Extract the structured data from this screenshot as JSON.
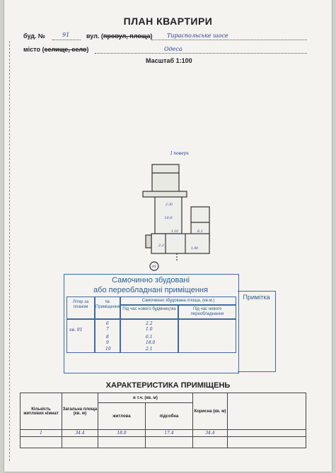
{
  "header": {
    "title": "ПЛАН КВАРТИРИ",
    "bud_label": "буд. №",
    "bud_value": "91",
    "vul_label": "вул. (провул, площа)",
    "vul_value": "Тираспольське шосе",
    "misto_label": "місто (селище, село)",
    "misto_value": "Одеса",
    "scale": "Масштаб 1:100"
  },
  "plan": {
    "floor_note": "І поверх",
    "room_9_area": "18.0",
    "room_6_area": "2.2",
    "room_8_area": "6.1",
    "dim_1": "2.30",
    "dim_2": "1.10",
    "dim_3": "1.90",
    "marker": "91"
  },
  "stamp": {
    "line1": "Самочинно збудовані",
    "line2": "або переобладнані приміщення",
    "remark": "Примітка",
    "col_litera": "Літер за планом",
    "col_number": "№ Приміщення",
    "col_area_group": "Самочинно збудована площа, (кв.м.)",
    "col_during": "Під час нового будівництва",
    "col_reequip": "Під час нового переобладнання",
    "litera_value": "кв. 91",
    "rows": [
      {
        "num": "6",
        "area": "2.2"
      },
      {
        "num": "7",
        "area": "1.0"
      },
      {
        "num": "8",
        "area": "6.1"
      },
      {
        "num": "9",
        "area": "18.0"
      },
      {
        "num": "10",
        "area": "2.1"
      }
    ]
  },
  "characteristics": {
    "title": "ХАРАКТЕРИСТИКА ПРИМІЩЕНЬ",
    "col_rooms": "Кількість житлових кімнат",
    "col_total": "Загальна площа (кв. м)",
    "col_incl": "в т.ч. (кв. м)",
    "col_living": "житлова",
    "col_aux": "підсобна",
    "col_useful": "Корисна (кв. м)",
    "row": {
      "rooms": "1",
      "total": "34.4",
      "living": "18.0",
      "aux": "17.4",
      "useful": "34.4"
    }
  },
  "colors": {
    "stamp_blue": "#3e6aa3",
    "ink_blue": "#2b3a8a",
    "paper": "#f4f3ef"
  }
}
